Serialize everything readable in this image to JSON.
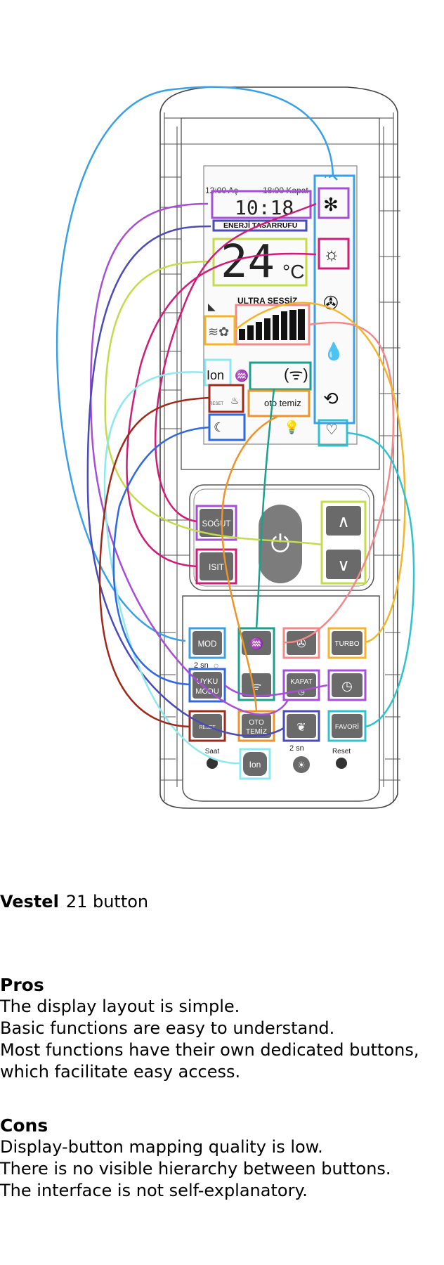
{
  "display": {
    "timer_on": "12:00 Aç",
    "timer_off": "18:00 Kapat",
    "clock": "10:18",
    "energy_saving": "ENERJİ TASARRUFU",
    "temperature": "24",
    "unit": "°C",
    "ultra_quiet": "ULTRA SESSİZ",
    "ion": "Ion",
    "reset": "RESET",
    "auto_clean": "oto temiz"
  },
  "buttons": {
    "cool": "SOĞUT",
    "heat": "ISIT",
    "mode": "MOD",
    "two_sec": "2 sn",
    "sleep_line1": "UYKU",
    "sleep_line2": "MODU",
    "turbo": "TURBO",
    "off_timer": "KAPAT",
    "reset": "RESET",
    "auto_clean_line1": "OTO",
    "auto_clean_line2": "TEMİZ",
    "favorite": "FAVORİ",
    "clock_label": "Saat",
    "light_label": "2 sn",
    "reset_label": "Reset",
    "ion": "Ion"
  },
  "colors": {
    "blue": "#3aa0e6",
    "purple": "#a64fd6",
    "indigo": "#4a4ab8",
    "lime": "#c2dc4c",
    "magenta": "#d01c78",
    "salmon": "#f0898a",
    "yellow": "#f2b52c",
    "aqua": "#8ee8f0",
    "teal": "#1aa08c",
    "darkred": "#a02a1a",
    "royal": "#2f68e0",
    "orange": "#ee9328",
    "cyan": "#2ec3cc"
  },
  "caption": {
    "brand": "Vestel",
    "button_count": "21 button"
  },
  "pros": {
    "title": "Pros",
    "items": [
      "The display layout is simple.",
      "Basic functions are easy to understand.",
      "Most functions have their own dedicated buttons, which facilitate easy access."
    ]
  },
  "cons": {
    "title": "Cons",
    "items": [
      "Display-button mapping quality is low.",
      "There is no visible hierarchy between buttons.",
      "The interface is not self-explanatory."
    ]
  }
}
